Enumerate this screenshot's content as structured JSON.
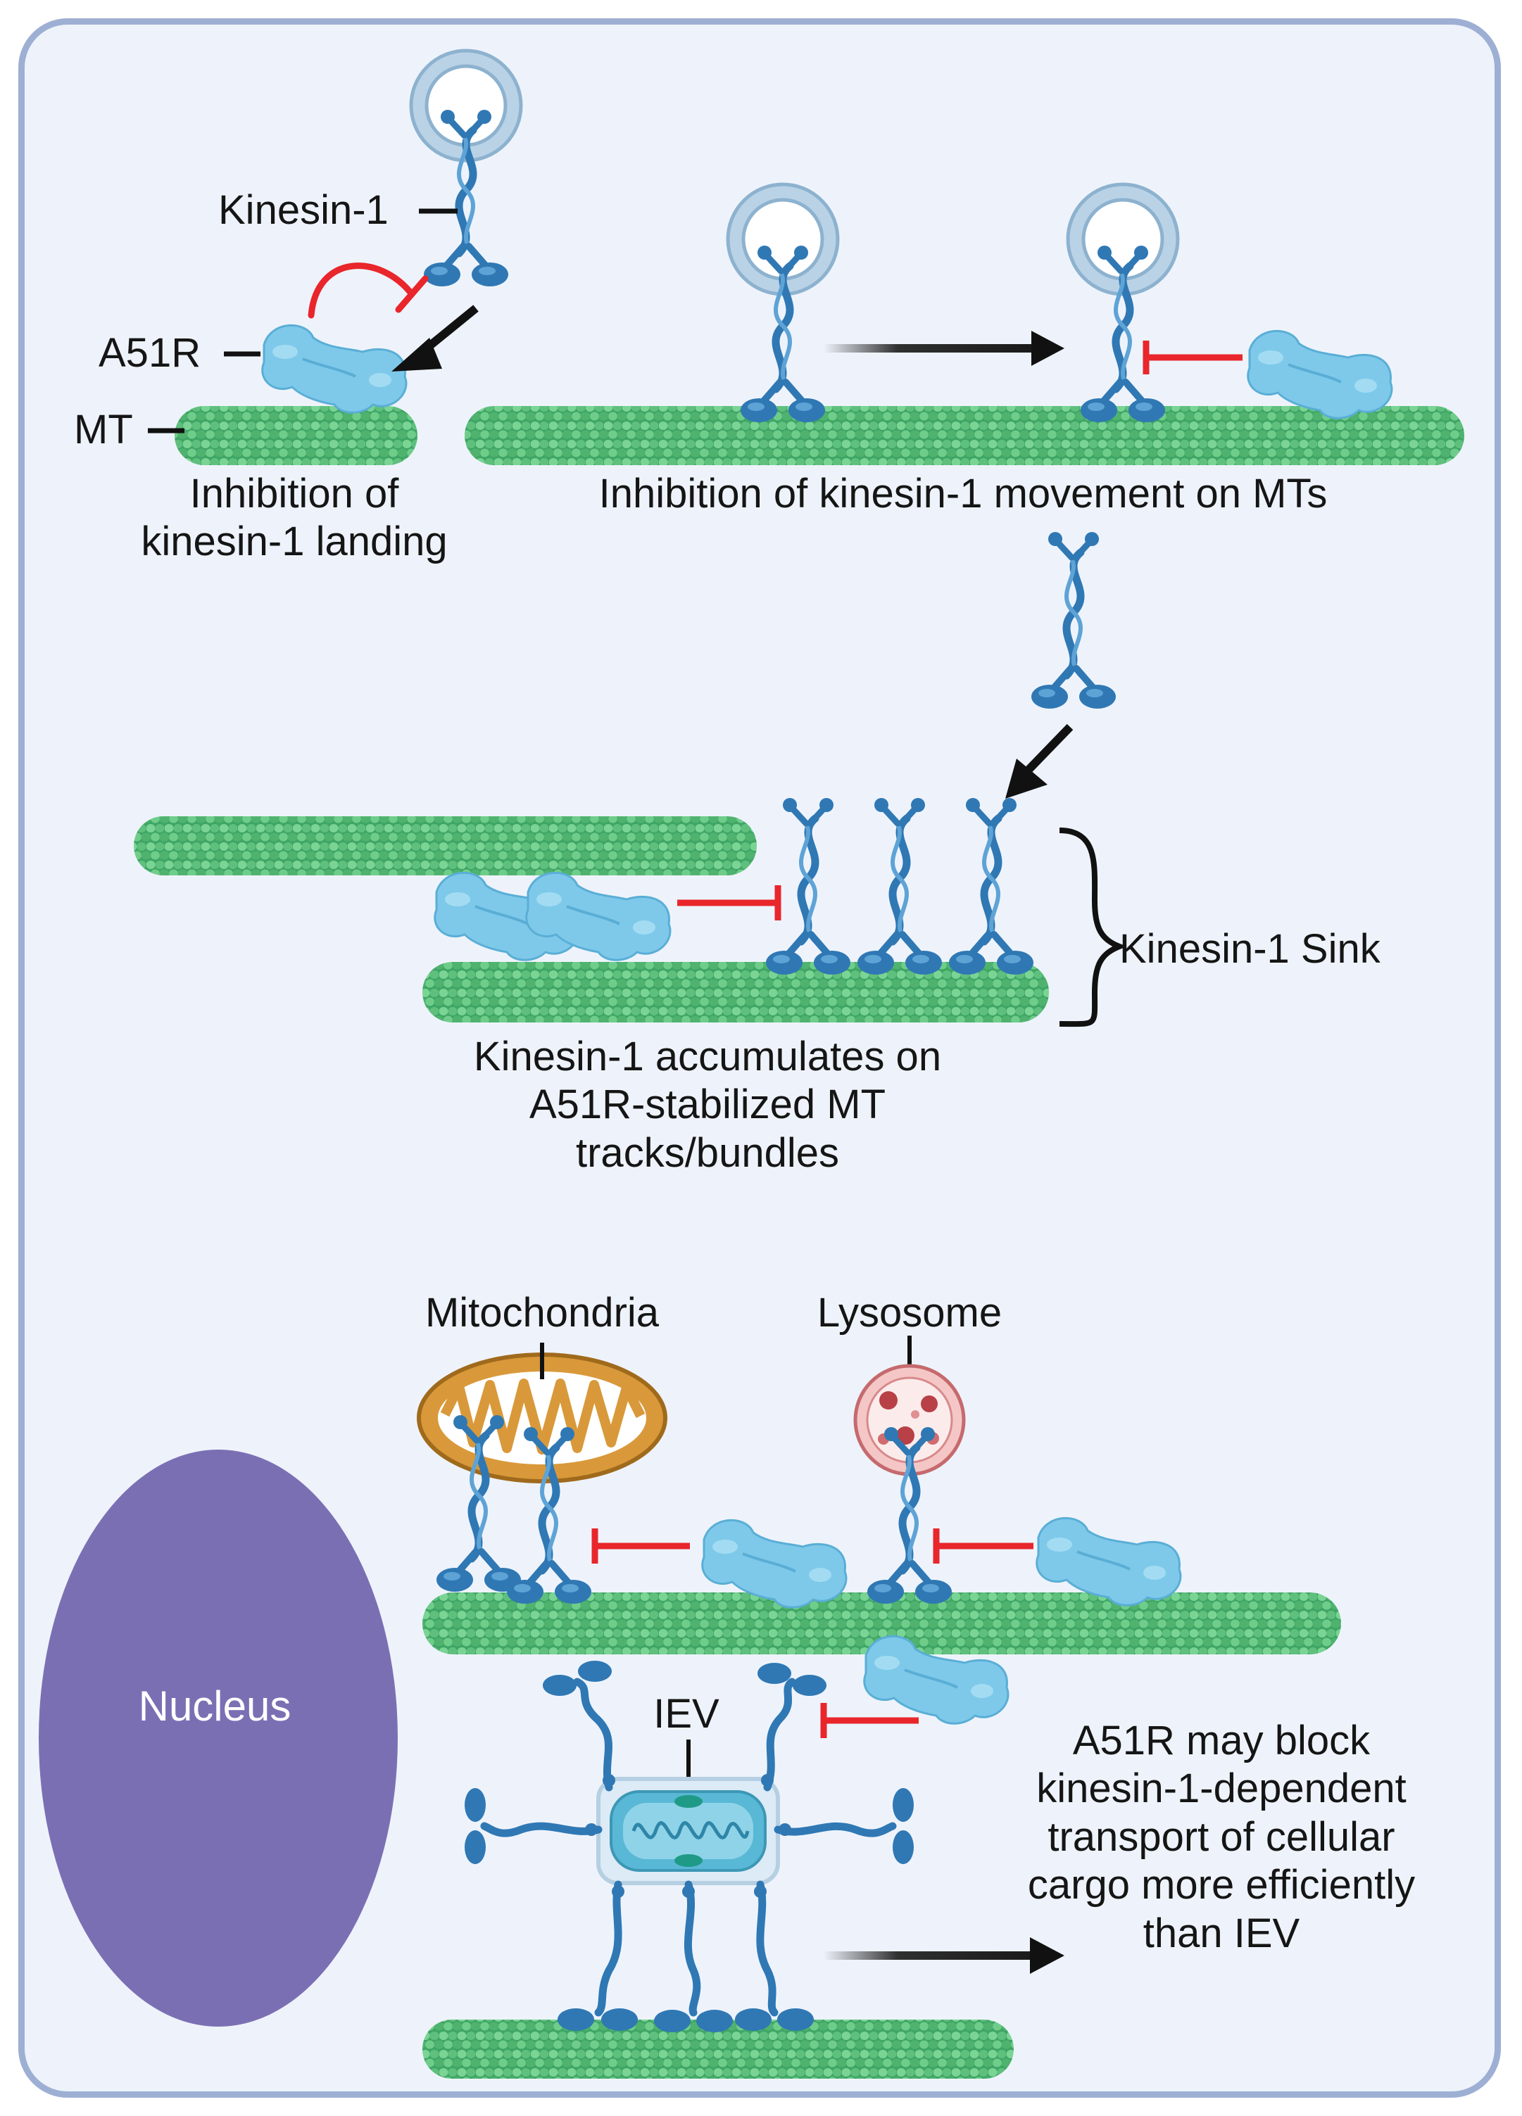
{
  "labels": {
    "kinesin1": "Kinesin-1",
    "a51r": "A51R",
    "mt": "MT",
    "mitochondria": "Mitochondria",
    "lysosome": "Lysosome",
    "iev": "IEV",
    "nucleus": "Nucleus",
    "sink": "Kinesin-1 Sink"
  },
  "captions": {
    "landing": [
      "Inhibition of",
      "kinesin-1 landing"
    ],
    "movement": "Inhibition of kinesin-1 movement on MTs",
    "accumulate": [
      "Kinesin-1 accumulates on",
      "A51R-stabilized MT",
      "tracks/bundles"
    ],
    "block": [
      "A51R may block",
      "kinesin-1-dependent",
      "transport of cellular",
      "cargo more efficiently",
      "than IEV"
    ]
  },
  "colors": {
    "background": "#eef3fb",
    "border": "#9eafd4",
    "microtubule": "#5bbf7f",
    "kinesin": "#2f78b4",
    "a51r": "#7ec9ea",
    "inhibition": "#e8262b",
    "mitochondria": "#d9993a",
    "lysosome": "#e9a3a4",
    "nucleus": "#7b6fb4"
  }
}
